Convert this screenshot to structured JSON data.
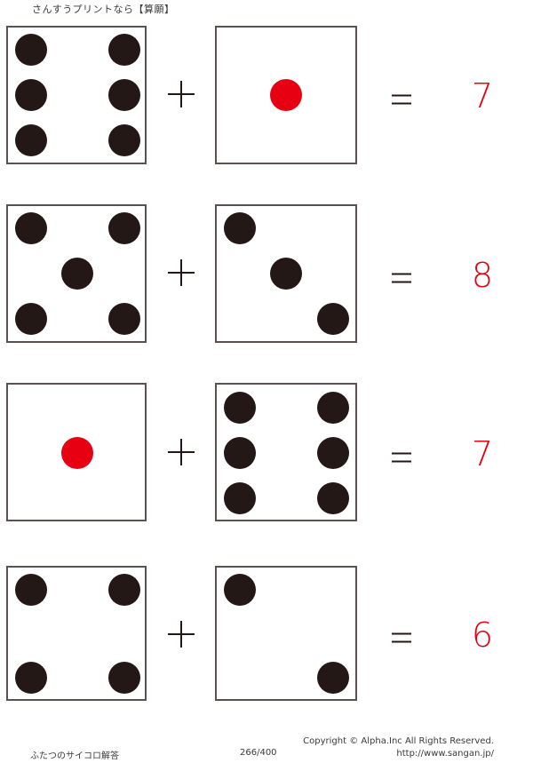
{
  "header": {
    "title": "さんすうプリントなら【算願】"
  },
  "colors": {
    "pip": "#231815",
    "one_pip": "#e60012",
    "answer": "#e60012",
    "border": "#5a5250"
  },
  "problems": [
    {
      "left_die": 6,
      "operator": "+",
      "right_die": 1,
      "equals": "=",
      "answer": "7"
    },
    {
      "left_die": 5,
      "operator": "+",
      "right_die": 3,
      "equals": "=",
      "answer": "8"
    },
    {
      "left_die": 1,
      "operator": "+",
      "right_die": 6,
      "equals": "=",
      "answer": "7"
    },
    {
      "left_die": 4,
      "operator": "+",
      "right_die": 2,
      "equals": "=",
      "answer": "6"
    }
  ],
  "footer": {
    "worksheet_name": "ふたつのサイコロ解答",
    "page": "266/400",
    "copyright": "Copyright ©  Alpha.Inc All Rights Reserved.",
    "url": "http://www.sangan.jp/"
  }
}
